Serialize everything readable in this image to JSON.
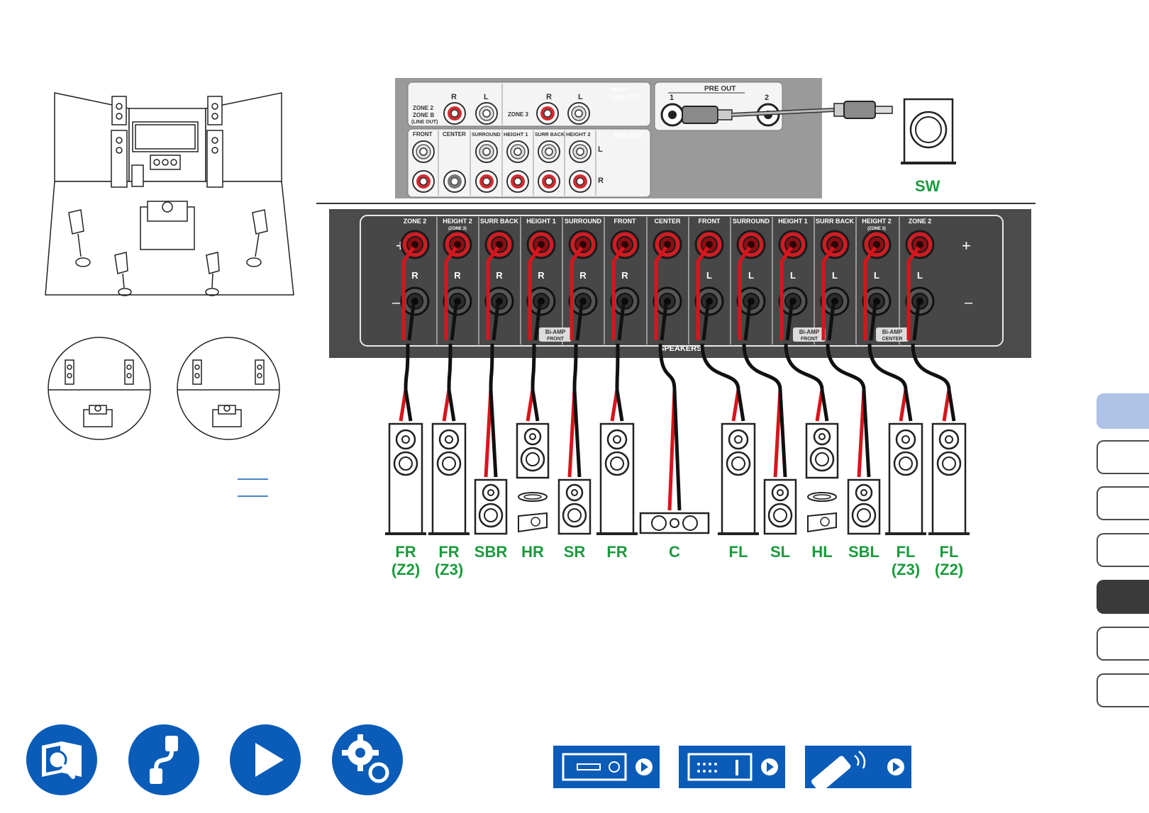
{
  "subwoofer": {
    "panel_title": "PRE OUT",
    "port1": "1",
    "port2": "2",
    "label": "SW"
  },
  "top_panel": {
    "zone2_r": "R",
    "zone2_l": "L",
    "zone3_r": "R",
    "zone3_l": "L",
    "zone2_label1": "ZONE 2",
    "zone2_label2": "ZONE B",
    "zone2_label3": "(LINE OUT)",
    "zone3_label": "ZONE 3",
    "preline1": "PRE/",
    "preline2": "LINE OUT",
    "preout": "PRE OUT",
    "cols": [
      "FRONT",
      "CENTER",
      "SURROUND",
      "HEIGHT 1",
      "SURR BACK",
      "HEIGHT 2"
    ],
    "side_l": "L",
    "side_r": "R"
  },
  "speaker_panel": {
    "title": "SPEAKERS",
    "plus": "+",
    "minus": "–",
    "columns": [
      {
        "label": "ZONE 2",
        "sub": "",
        "ch": "R"
      },
      {
        "label": "HEIGHT 2",
        "sub": "(ZONE 3)",
        "ch": "R"
      },
      {
        "label": "SURR BACK",
        "sub": "",
        "ch": "R"
      },
      {
        "label": "HEIGHT 1",
        "sub": "",
        "ch": "R"
      },
      {
        "label": "SURROUND",
        "sub": "",
        "ch": "R"
      },
      {
        "label": "FRONT",
        "sub": "",
        "ch": "R"
      },
      {
        "label": "CENTER",
        "sub": "",
        "ch": ""
      },
      {
        "label": "FRONT",
        "sub": "",
        "ch": "L"
      },
      {
        "label": "SURROUND",
        "sub": "",
        "ch": "L"
      },
      {
        "label": "HEIGHT 1",
        "sub": "",
        "ch": "L"
      },
      {
        "label": "SURR BACK",
        "sub": "",
        "ch": "L"
      },
      {
        "label": "HEIGHT 2",
        "sub": "(ZONE 3)",
        "ch": "L"
      },
      {
        "label": "ZONE 2",
        "sub": "",
        "ch": "L"
      }
    ],
    "biamp1": "Bi-AMP",
    "biamp1b": "FRONT",
    "biamp2": "Bi-AMP",
    "biamp2b": "FRONT",
    "biamp3": "Bi-AMP",
    "biamp3b": "CENTER"
  },
  "speakers": [
    {
      "line1": "FR",
      "line2": "(Z2)"
    },
    {
      "line1": "FR",
      "line2": "(Z3)"
    },
    {
      "line1": "SBR",
      "line2": ""
    },
    {
      "line1": "HR",
      "line2": ""
    },
    {
      "line1": "SR",
      "line2": ""
    },
    {
      "line1": "FR",
      "line2": ""
    },
    {
      "line1": "C",
      "line2": ""
    },
    {
      "line1": "FL",
      "line2": ""
    },
    {
      "line1": "SL",
      "line2": ""
    },
    {
      "line1": "HL",
      "line2": ""
    },
    {
      "line1": "SBL",
      "line2": ""
    },
    {
      "line1": "FL",
      "line2": "(Z3)"
    },
    {
      "line1": "FL",
      "line2": "(Z2)"
    }
  ],
  "colors": {
    "accent_green": "#1a9a3c",
    "nav_blue": "#0a5cb8",
    "cable_red": "#d8141c",
    "tab_blue": "#aec2e6"
  },
  "nav_icons": [
    "manual-icon",
    "connection-icon",
    "play-icon",
    "settings-icon"
  ],
  "device_icons": [
    "front-panel-icon",
    "rear-panel-icon",
    "remote-icon"
  ]
}
